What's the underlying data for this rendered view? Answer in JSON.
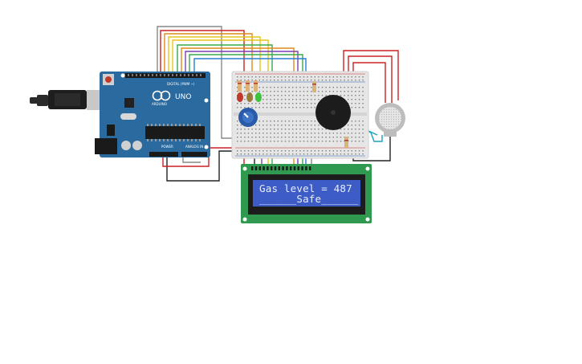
{
  "board": {
    "model_label": "UNO",
    "brand_label": "ARDUINO",
    "digital_header_label": "DIGITAL (PWM ~)",
    "power_header_label": "POWER",
    "analog_header_label": "ANALOG IN"
  },
  "lcd": {
    "line1": "Gas level = 487",
    "line2": "______Safe______"
  },
  "colors": {
    "board_blue": "#2b6a9e",
    "breadboard": "#e6e6e6",
    "lcd_pcb": "#2f9a4f",
    "lcd_screen": "#3d5cc6",
    "wire_red": "#cc2222",
    "wire_orange": "#e08a1a",
    "wire_yellow": "#e5c61a",
    "wire_green": "#3aa84a",
    "wire_blue": "#2a7fd0",
    "wire_purple": "#7a3fb0",
    "wire_gray": "#888888",
    "wire_black": "#222222",
    "wire_cyan": "#1aa0c0"
  },
  "components": {
    "leds": [
      "red",
      "amber",
      "green"
    ],
    "icons": [
      "potentiometer-icon",
      "buzzer-icon",
      "gas-sensor-icon",
      "usb-plug-icon",
      "reset-button-icon"
    ]
  }
}
